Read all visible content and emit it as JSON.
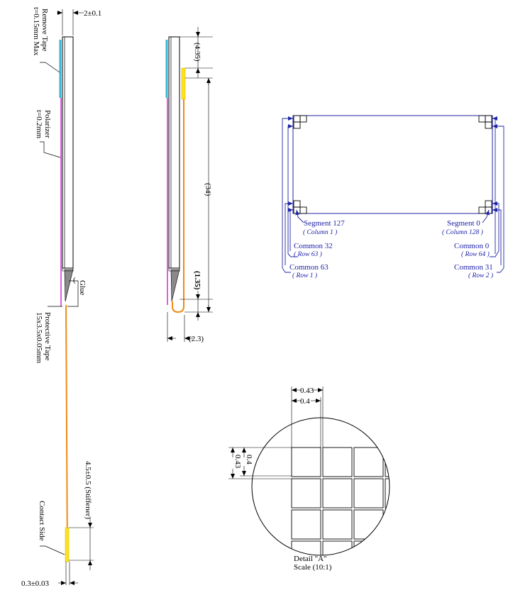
{
  "colors": {
    "tape": "#36b6d6",
    "polarizer": "#d62ad6",
    "fpc": "#f08a12",
    "contact": "#ffe21a",
    "glue": "#8a8a8a",
    "pixel_map": "#2025a6",
    "ink": "#000000"
  },
  "side_view": {
    "top_dim": "2±0.1",
    "remove_tape_1": "Remove Tape",
    "remove_tape_2": "t=0.15mm Max",
    "polarizer_1": "Polarizer",
    "polarizer_2": "t=0.2mm",
    "glue": "Glue",
    "protective_1": "Protective Tape",
    "protective_2": "15x3.5x0.05mm",
    "stiffener": "4.5±0.5 (Stiffener)",
    "contact": "Contact Side",
    "bottom_dim": "0.3±0.03"
  },
  "folded_view": {
    "dim_top": "(4.35)",
    "dim_mid": "(34)",
    "dim_low": "(1.35)",
    "dim_width": "(2.3)"
  },
  "pixel_map": {
    "seg_left": "Segment 127",
    "seg_left_sub": "( Column 1 )",
    "seg_right": "Segment 0",
    "seg_right_sub": "( Column 128 )",
    "com_left_a": "Common 32",
    "com_left_a_sub": "( Row 63 )",
    "com_right_a": "Common 0",
    "com_right_a_sub": "( Row 64 )",
    "com_left_b": "Common 63",
    "com_left_b_sub": "( Row 1 )",
    "com_right_b": "Common 31",
    "com_right_b_sub": "( Row 2 )"
  },
  "detail": {
    "dim_h1": "0.43",
    "dim_h2": "0.4",
    "dim_v1": "0.43",
    "dim_v2": "0.4",
    "label": "Detail \"A\"",
    "scale": "Scale (10:1)"
  }
}
